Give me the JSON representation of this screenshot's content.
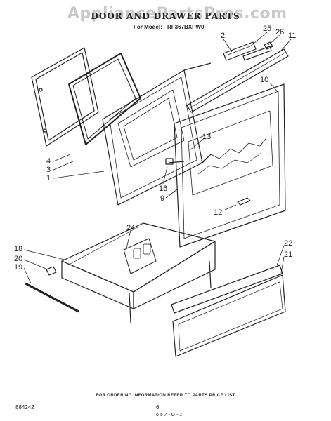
{
  "watermark": "AppliancePartsPros.com",
  "title": "DOOR AND DRAWER PARTS",
  "model": {
    "label": "For Model:",
    "value": "RF367BXPW0"
  },
  "callouts": {
    "c2": "2",
    "c25": "25",
    "c26": "26",
    "c11": "11",
    "c10": "10",
    "c13": "13",
    "c16": "16",
    "c9": "9",
    "c12": "12",
    "c4": "4",
    "c3": "3",
    "c1": "1",
    "c24": "24",
    "c18": "18",
    "c20": "20",
    "c19": "19",
    "c22": "22",
    "c21": "21"
  },
  "footer": {
    "note": "FOR ORDERING INFORMATION REFER TO PARTS PRICE LIST",
    "page": "6",
    "code_left": "884242",
    "code_right": "6 5 7 - G - 1"
  }
}
